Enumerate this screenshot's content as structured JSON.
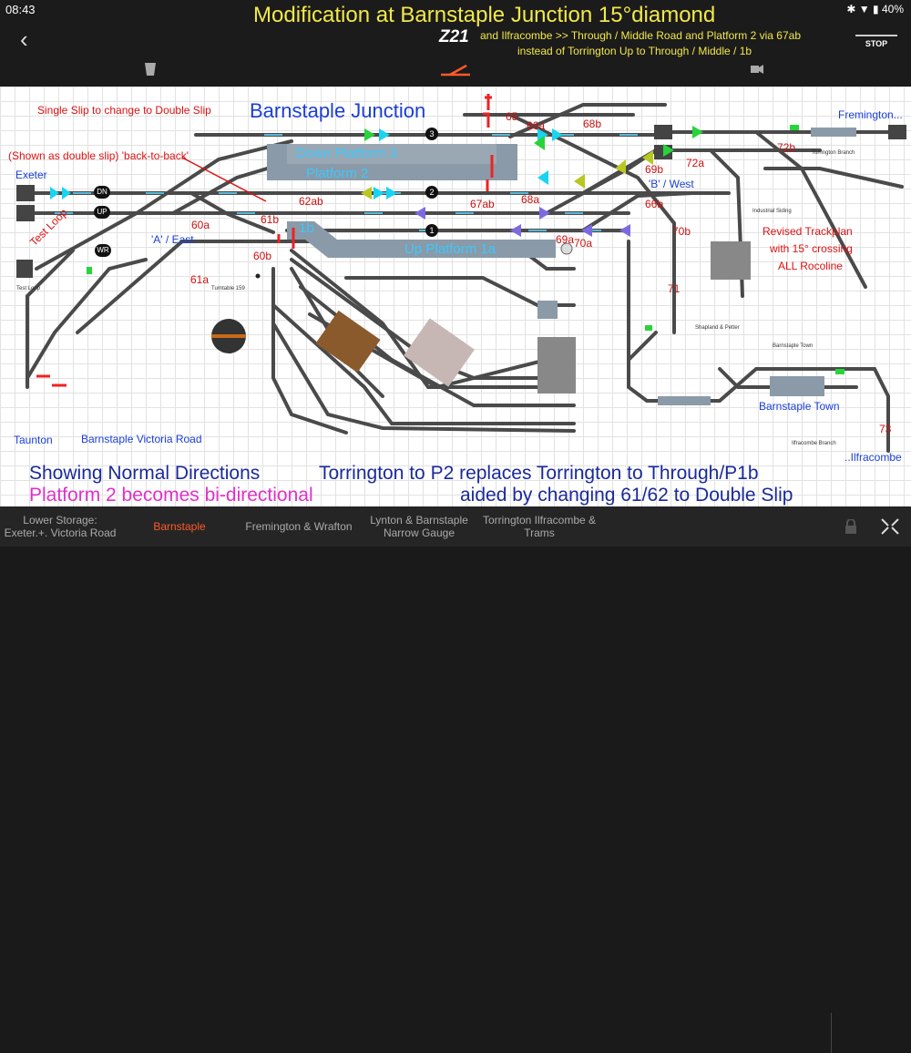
{
  "status": {
    "time": "08:43",
    "battery": "40%",
    "icons": [
      "bluetooth-icon",
      "wifi-icon",
      "battery-icon"
    ]
  },
  "header": {
    "title": "Modification at Barnstaple Junction 15°diamond",
    "app_logo": "Z21",
    "subtitle_line1": "and Ilfracombe >>  Through / Middle Road and Platform 2 via 67ab",
    "subtitle_line2": "instead of Torrington Up to Through / Middle / 1b",
    "stop_label": "STOP",
    "accent": "#f2e84a"
  },
  "track_plan": {
    "heading": "Barnstaple Junction",
    "notes": {
      "single_slip": "Single Slip to change to Double Slip",
      "shown_double": "(Shown as double slip) 'back-to-back'",
      "revised_1": "Revised Trackplan",
      "revised_2": "with 15° crossing",
      "revised_3": "ALL Rocoline"
    },
    "places": {
      "exeter": "Exeter",
      "fremington": "Fremington...",
      "taunton": "Taunton",
      "victoria_road": "Barnstaple Victoria Road",
      "barnstaple_town": "Barnstaple Town",
      "ilfracombe": "..Ilfracombe",
      "a_east": "'A' / East",
      "b_west": "'B' / West",
      "test_loop": "Test Loop"
    },
    "platforms": {
      "down3": "Down Platform 3",
      "p2": "Platform 2",
      "p1b": "1b",
      "up1a": "Up Platform 1a"
    },
    "track_badges": [
      "3",
      "DN",
      "2",
      "UP",
      "1",
      "WR"
    ],
    "numbers": [
      "65",
      "66a",
      "68b",
      "72b",
      "69b",
      "72a",
      "67ab",
      "68a",
      "62ab",
      "66b",
      "60a",
      "61b",
      "70b",
      "69a",
      "70a",
      "60b",
      "61a",
      "71",
      "73"
    ],
    "small_labels": {
      "torrington_branch": "Torrington Branch",
      "industrial_siding": "Industrial Siding",
      "test_loop_small": "Test Loop",
      "turntable": "Turntable 159",
      "shapland": "Shapland & Petter",
      "barnstaple_town_small": "Barnstaple Town",
      "ilfracombe_branch": "Ilfracombe Branch"
    },
    "footer": {
      "line1a": "Showing Normal Directions",
      "line1b": "Torrington to P2 replaces Torrington to Through/P1b",
      "line2a": "Platform 2 becomes bi-directional",
      "line2b": "aided by changing 61/62 to Double Slip"
    },
    "colors": {
      "track": "#4a4a4a",
      "rail_accent": "#58b8d8",
      "platform": "#8a9aa8",
      "signal_green": "#27d43a",
      "arrow_cyan": "#19d4f0",
      "arrow_yellow": "#b8c820",
      "arrow_purple": "#7d6ae0"
    }
  },
  "nav": {
    "tabs": [
      {
        "label": "Lower Storage: Exeter.+. Victoria Road",
        "active": false
      },
      {
        "label": "Barnstaple",
        "active": true
      },
      {
        "label": "Fremington & Wrafton",
        "active": false
      },
      {
        "label": "Lynton & Barnstaple Narrow Gauge",
        "active": false
      },
      {
        "label": "Torrington Ilfracombe & Trams",
        "active": false
      }
    ],
    "icons": [
      "lock-icon",
      "expand-icon"
    ]
  }
}
